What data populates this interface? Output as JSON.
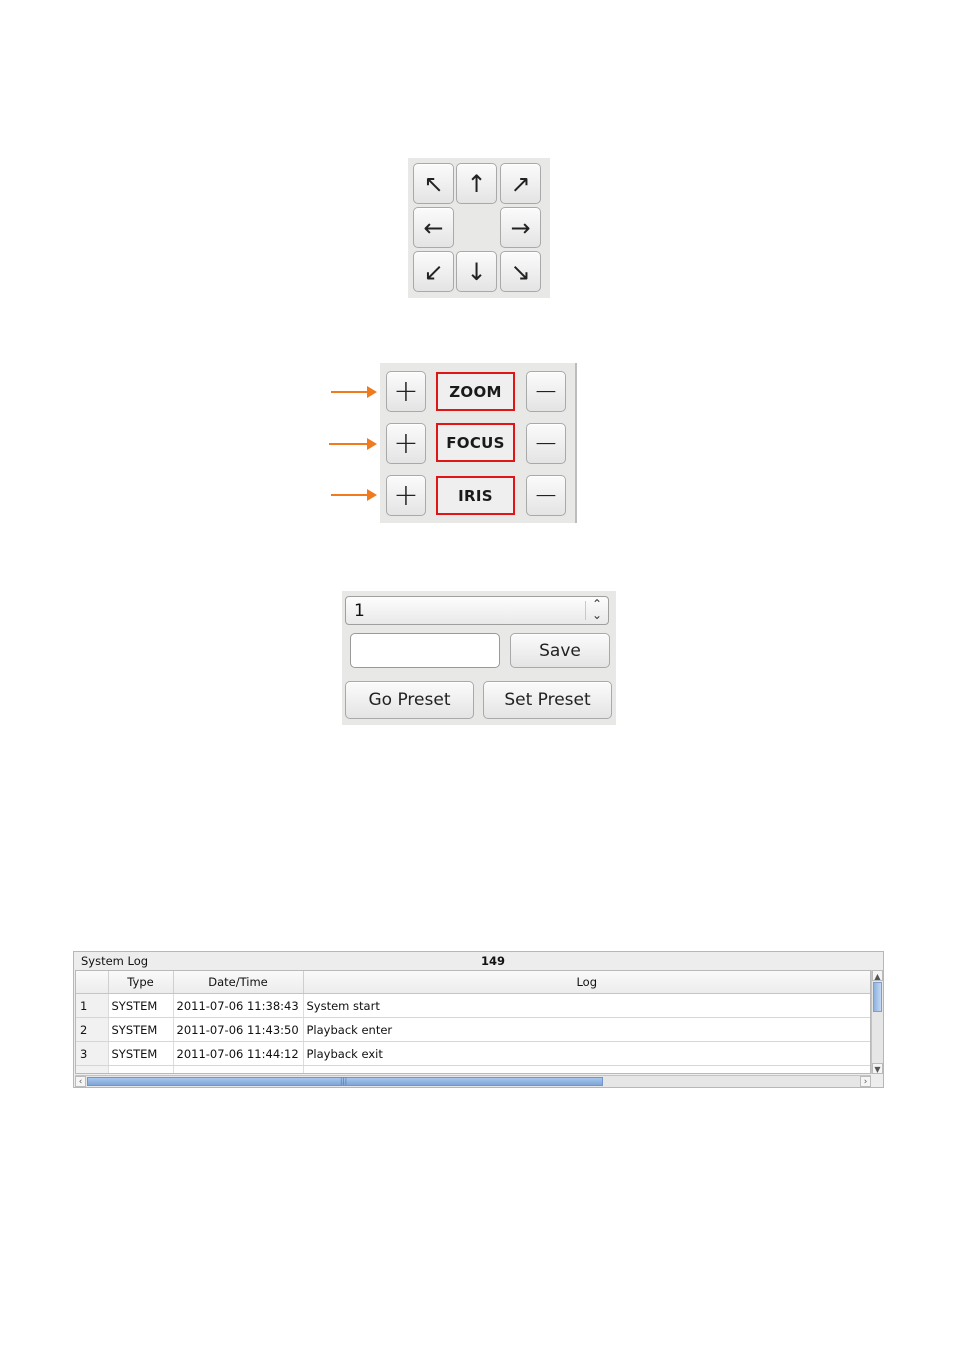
{
  "ptz": {
    "buttons": [
      {
        "label": "↖",
        "icon": "arrow-up-left-icon"
      },
      {
        "label": "↑",
        "icon": "arrow-up-icon"
      },
      {
        "label": "↗",
        "icon": "arrow-up-right-icon"
      },
      {
        "label": "←",
        "icon": "arrow-left-icon"
      },
      {
        "label": "→",
        "icon": "arrow-right-icon"
      },
      {
        "label": "↙",
        "icon": "arrow-down-left-icon"
      },
      {
        "label": "↓",
        "icon": "arrow-down-icon"
      },
      {
        "label": "↘",
        "icon": "arrow-down-right-icon"
      }
    ]
  },
  "lens": {
    "plus_label": "+",
    "minus_label": "−",
    "rows": [
      {
        "label": "ZOOM"
      },
      {
        "label": "FOCUS"
      },
      {
        "label": "IRIS"
      }
    ],
    "highlight_color": "#e01515",
    "arrow_color": "#f07a1e"
  },
  "preset": {
    "selected": "1",
    "name_value": "",
    "save_label": "Save",
    "go_label": "Go Preset",
    "set_label": "Set Preset"
  },
  "system_log": {
    "title": "System Log",
    "count": "149",
    "columns": [
      "",
      "Type",
      "Date/Time",
      "Log"
    ],
    "rows": [
      {
        "num": "1",
        "type": "SYSTEM",
        "datetime": "2011-07-06 11:38:43",
        "log": "System start"
      },
      {
        "num": "2",
        "type": "SYSTEM",
        "datetime": "2011-07-06 11:43:50",
        "log": "Playback enter"
      },
      {
        "num": "3",
        "type": "SYSTEM",
        "datetime": "2011-07-06 11:44:12",
        "log": "Playback exit"
      }
    ],
    "scrollbar_color": "#8fb3de"
  }
}
